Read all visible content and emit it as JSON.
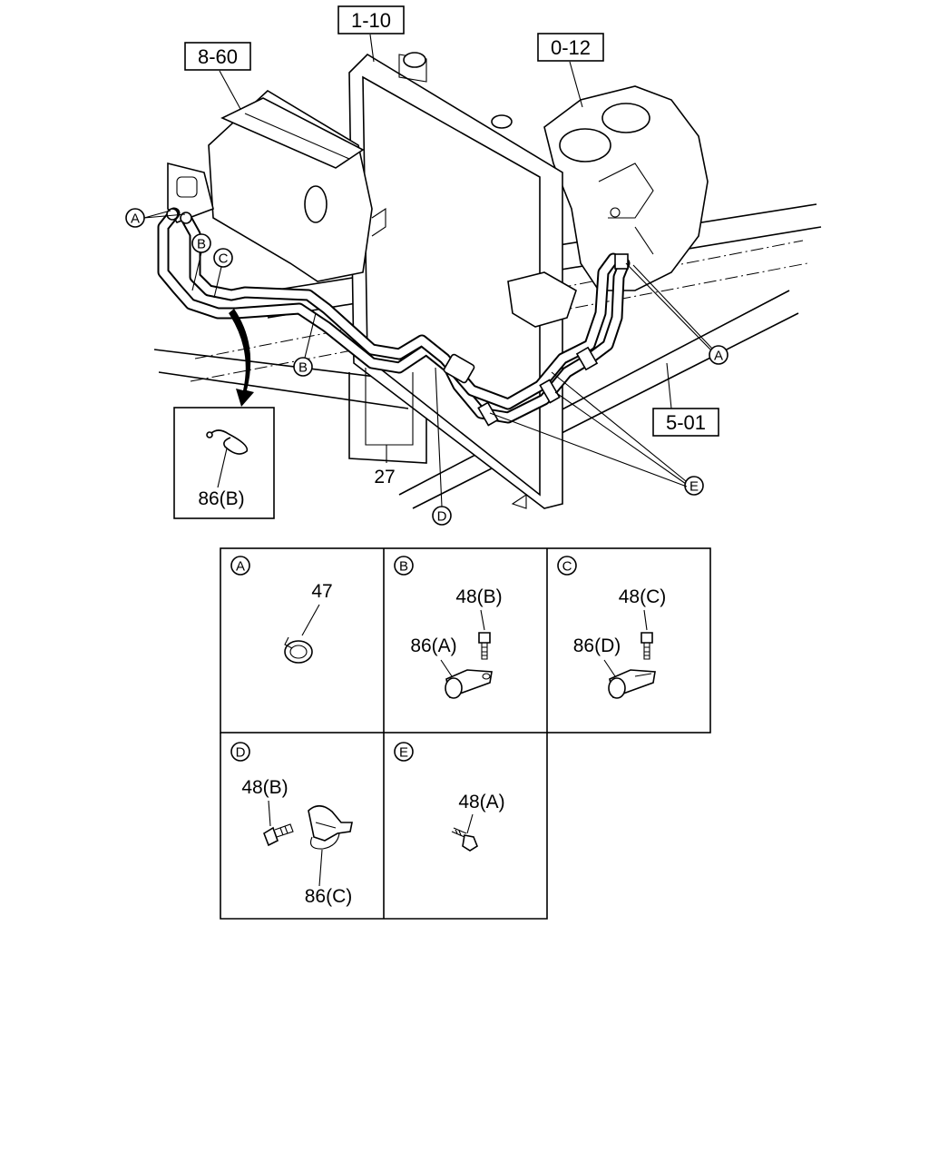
{
  "references": {
    "heater_unit": "8-60",
    "radiator": "1-10",
    "engine": "0-12",
    "frame": "5-01"
  },
  "main_view": {
    "clip_labels": [
      "A",
      "B",
      "C",
      "D",
      "E"
    ],
    "part_hoses": "27",
    "inset_part": "86(B)"
  },
  "detail_table": {
    "cells": [
      {
        "letter": "A",
        "parts": [
          "47"
        ]
      },
      {
        "letter": "B",
        "parts": [
          "48(B)",
          "86(A)"
        ]
      },
      {
        "letter": "C",
        "parts": [
          "48(C)",
          "86(D)"
        ]
      },
      {
        "letter": "D",
        "parts": [
          "48(B)",
          "86(C)"
        ]
      },
      {
        "letter": "E",
        "parts": [
          "48(A)"
        ]
      }
    ]
  }
}
